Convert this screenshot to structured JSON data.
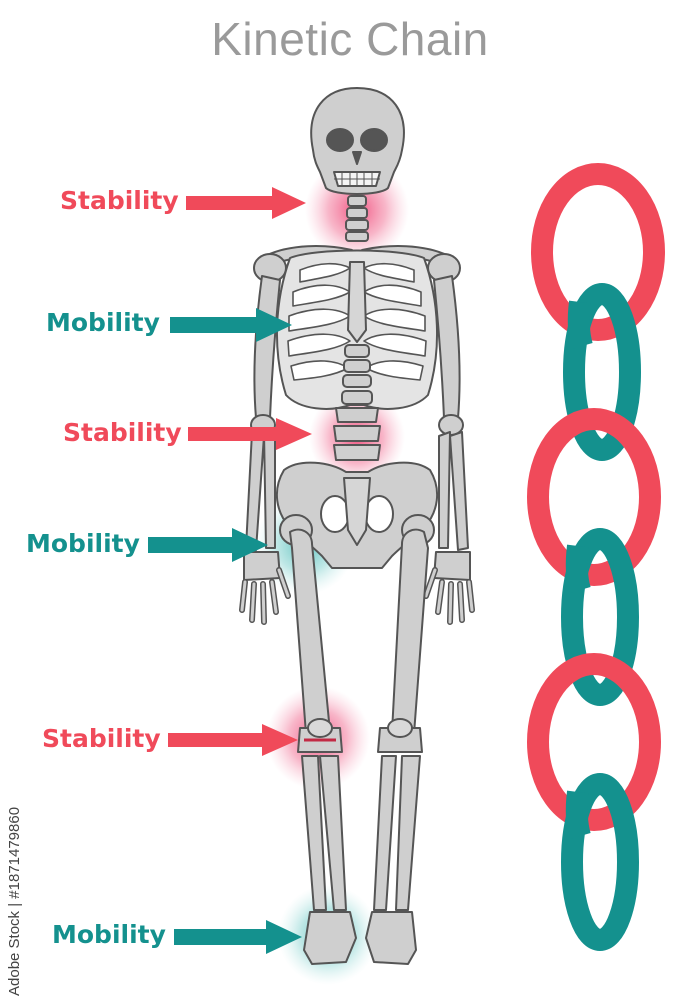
{
  "title": "Kinetic Chain",
  "labels": {
    "neck": "Stability",
    "thoracic": "Mobility",
    "lumbar": "Stability",
    "hip": "Mobility",
    "knee": "Stability",
    "ankle": "Mobility"
  },
  "watermark": "Adobe Stock | #1871479860",
  "colors": {
    "stability": "#f04a5a",
    "mobility": "#14918e",
    "bone_fill": "#cfcfcf",
    "bone_stroke": "#555555",
    "title": "#9a9a9a"
  }
}
